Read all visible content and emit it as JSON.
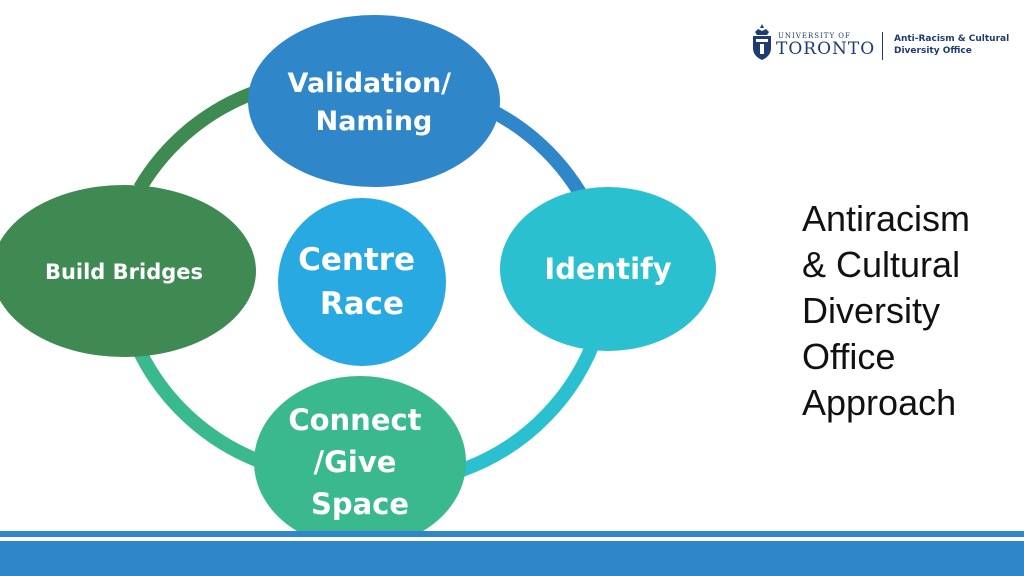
{
  "diagram": {
    "center": {
      "label_lines": [
        "Centre",
        "Race"
      ],
      "color": "#29a9e1"
    },
    "nodes": [
      {
        "id": "validation",
        "label_lines": [
          "Validation/",
          "Naming"
        ],
        "color": "#2f86c8"
      },
      {
        "id": "identify",
        "label_lines": [
          "Identify"
        ],
        "color": "#2bc0d0"
      },
      {
        "id": "connect",
        "label_lines": [
          "Connect",
          "/Give",
          "Space"
        ],
        "color": "#3bb98e"
      },
      {
        "id": "build-bridges",
        "label_lines": [
          "Build Bridges"
        ],
        "color": "#3e8a52"
      }
    ],
    "ring_colors": [
      "#2f86c8",
      "#2bc0d0",
      "#3bb98e",
      "#3e8a52"
    ]
  },
  "logo": {
    "university_small": "UNIVERSITY OF",
    "university_big": "TORONTO",
    "office_line1": "Anti-Racism & Cultural",
    "office_line2": "Diversity Office"
  },
  "title_lines": [
    "Antiracism",
    "& Cultural",
    "Diversity",
    "Office",
    "Approach"
  ],
  "footer_color": "#2f86c8"
}
